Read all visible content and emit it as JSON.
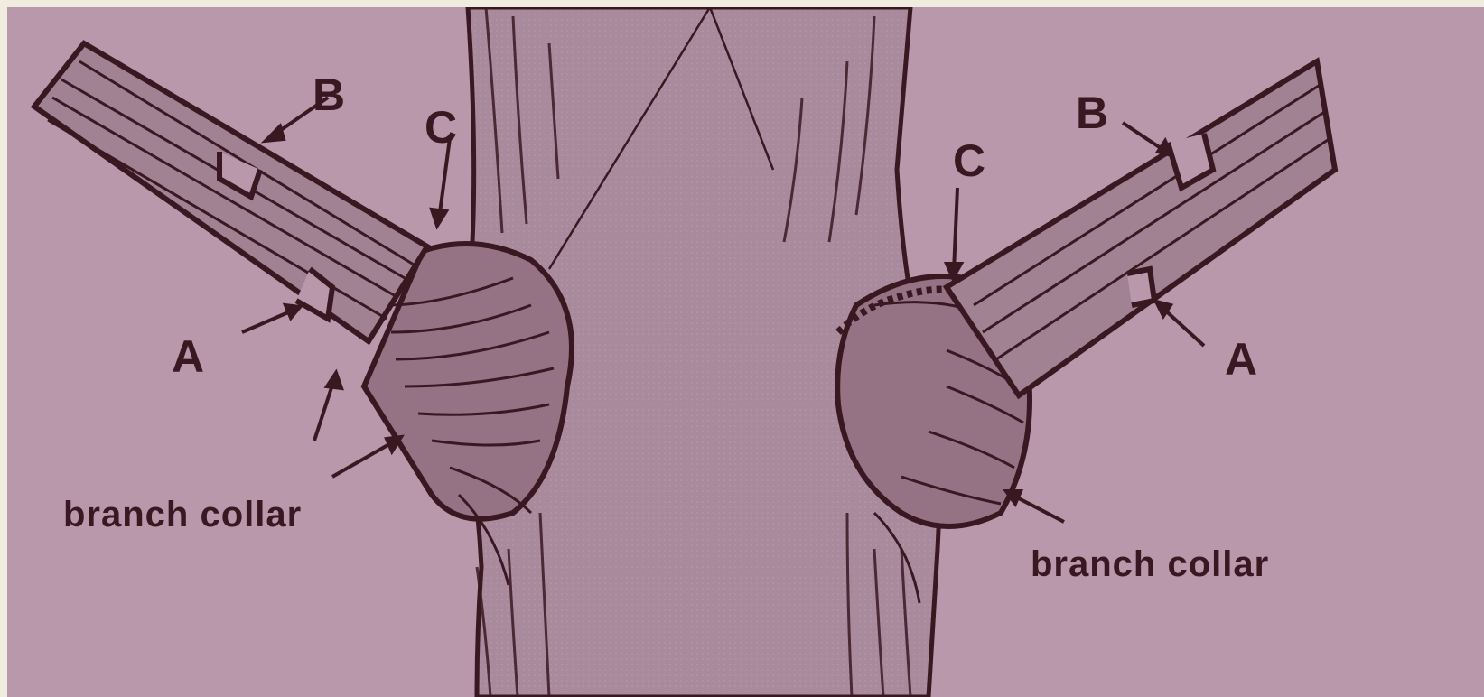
{
  "labels": {
    "left_b": "B",
    "left_c": "C",
    "left_a": "A",
    "left_collar": "branch collar",
    "right_b": "B",
    "right_c": "C",
    "right_a": "A",
    "right_collar": "branch collar"
  },
  "caption": "",
  "colors": {
    "background": "#b998ac",
    "ink": "#3a1822",
    "trunk_fill": "#a98a9c",
    "caption_text": "#1f1d78"
  }
}
